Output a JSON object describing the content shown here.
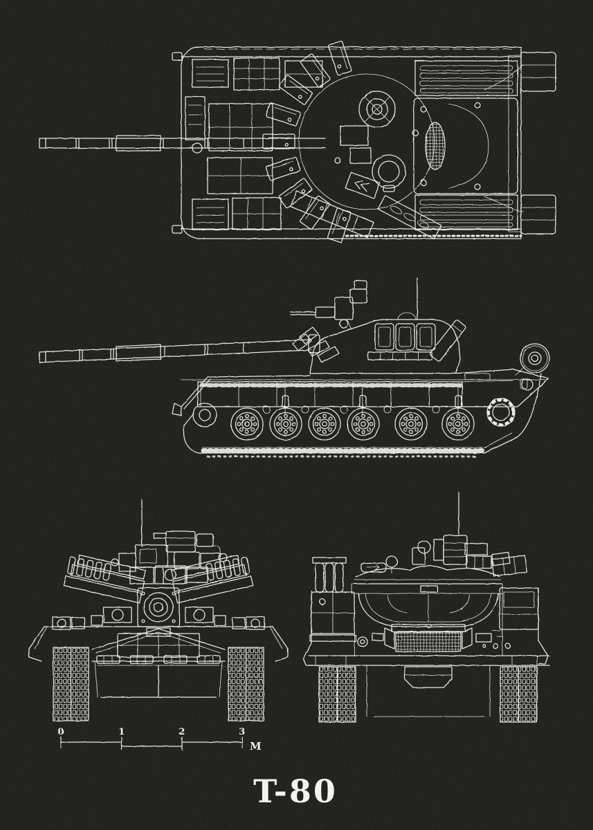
{
  "poster": {
    "title": "T-80",
    "scale_bar": {
      "tick_labels": [
        "0",
        "1",
        "2",
        "3"
      ],
      "unit": "M"
    },
    "views": [
      {
        "name": "top-view",
        "description": "overhead plan view of T-80 tank, gun barrel pointing left"
      },
      {
        "name": "side-view",
        "description": "left-side profile view of T-80, gun barrel pointing left, six road wheels, raised rear idler"
      },
      {
        "name": "front-view",
        "description": "head-on front view of T-80 with ERA wedges and twin tracks"
      },
      {
        "name": "rear-view",
        "description": "rear view of T-80 with engine grille, stowage bins and twin tracks"
      }
    ],
    "colors": {
      "background": "#0b0b0a",
      "line": "#e8e8e2",
      "text": "#f2f2ee"
    }
  }
}
